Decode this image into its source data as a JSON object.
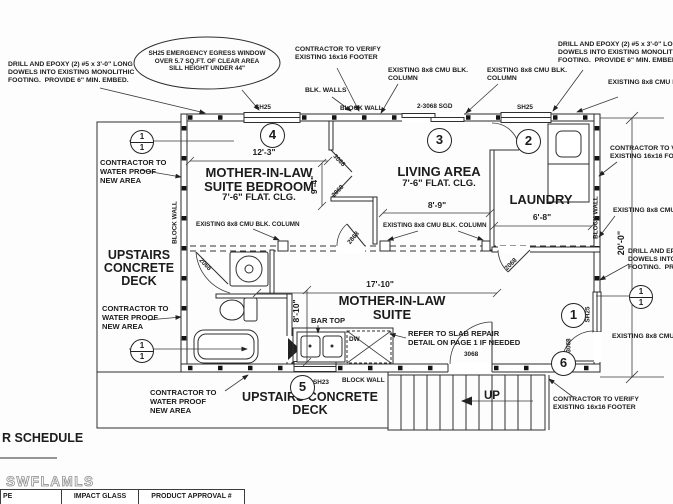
{
  "annotations": {
    "drill_epoxy": "DRILL AND EPOXY (2) #5 x 3'-0\" LONG\nDOWELS INTO EXISTING MONOLITHIC\nFOOTING.  PROVIDE 6\" MIN. EMBED.",
    "egress_note": "SH25 EMERGENCY EGRESS WINDOW\nOVER 5.7 SQ.FT. OF CLEAR AREA\nSILL HEIGHT UNDER 44\"",
    "verify_footer": "CONTRACTOR TO VERIFY\nEXISTING 16x16 FOOTER",
    "blk_walls": "BLK. WALLS",
    "cmu_column": "EXISTING 8x8 CMU BLK.\nCOLUMN",
    "cmu_column_inline": "EXISTING 8x8 CMU BLK. COLUMN",
    "waterproof": "CONTRACTOR TO\nWATER PROOF\nNEW AREA",
    "refer_slab": "REFER TO SLAB REPAIR\nDETAIL ON PAGE 1 IF NEEDED",
    "bar_top": "BAR TOP",
    "block_wall": "BLOCK WALL",
    "up": "UP"
  },
  "rooms": {
    "bedroom_name": "MOTHER-IN-LAW\nSUITE BEDROOM",
    "bedroom_clg": "7'-6\" FLAT. CLG.",
    "living_name": "LIVING AREA",
    "living_clg": "7'-6\" FLAT. CLG.",
    "laundry_name": "LAUNDRY",
    "suite_name": "MOTHER-IN-LAW\nSUITE",
    "deck_left": "UPSTAIRS\nCONCRETE\nDECK",
    "deck_bottom": "UPSTAIRS CONCRETE\nDECK"
  },
  "dimensions": {
    "bedroom_w": "12'-3\"",
    "bedroom_h": "9'-4\"",
    "living_w": "8'-9\"",
    "laundry_w": "6'-8\"",
    "suite_w": "17'-10\"",
    "suite_h": "8'-10\"",
    "overall_h": "20'-0\""
  },
  "openings": {
    "sh25": "SH25",
    "sh23": "SH23",
    "sgd": "2-3068 SGD",
    "door_3068": "3068",
    "door_2868": "2868",
    "door_2068": "2068",
    "dw": "DW"
  },
  "keynotes": {
    "k1": "1",
    "k2": "2",
    "k3": "3",
    "k4": "4",
    "k5": "5",
    "k6": "6",
    "elev_top": "1",
    "elev_bottom": "1"
  },
  "footer": {
    "schedule_title": "R SCHEDULE",
    "watermark": "SWFLAMLS",
    "table_cols": [
      "PE",
      "IMPACT GLASS",
      "PRODUCT APPROVAL #"
    ]
  }
}
